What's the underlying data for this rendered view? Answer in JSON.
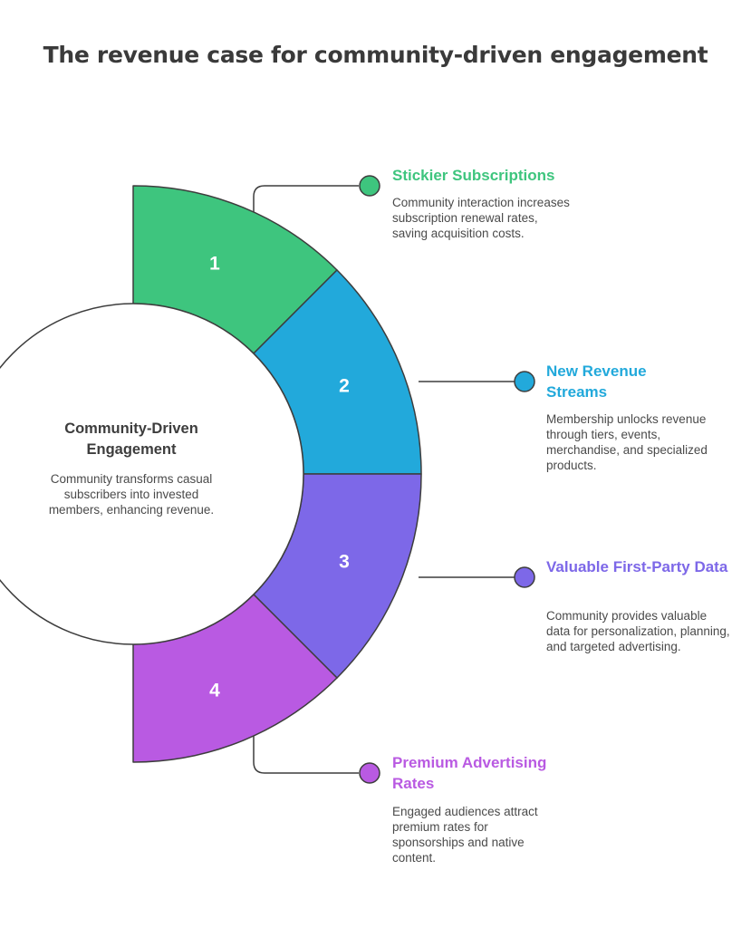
{
  "title": "The revenue case for community-driven engagement",
  "center": {
    "title": "Community-Driven Engagement",
    "description": "Community transforms casual subscribers into invested members, enhancing revenue."
  },
  "colors": {
    "green": "#3ec57e",
    "blue": "#22a9db",
    "indigo": "#7d68e8",
    "purple": "#b95ae2",
    "title": "#3a3a3a",
    "outline": "#3d3d3d"
  },
  "items": [
    {
      "number": "1",
      "title": "Stickier Subscriptions",
      "description": "Community interaction increases subscription renewal rates, saving acquisition costs."
    },
    {
      "number": "2",
      "title": "New Revenue Streams",
      "description": "Membership unlocks revenue through tiers, events, merchandise, and specialized products."
    },
    {
      "number": "3",
      "title": "Valuable First-Party Data",
      "description": "Community provides valuable data for personalization, planning, and targeted advertising."
    },
    {
      "number": "4",
      "title": "Premium Advertising Rates",
      "description": "Engaged audiences attract premium rates for sponsorships and native content."
    }
  ]
}
